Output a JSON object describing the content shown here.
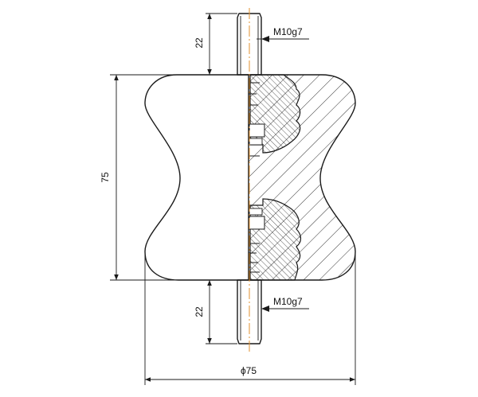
{
  "drawing": {
    "labels": {
      "stud_length_top": "22",
      "stud_length_bottom": "22",
      "thread_top": "M10g7",
      "thread_bottom": "M10g7",
      "body_height": "75",
      "body_diameter": "ϕ75"
    },
    "colors": {
      "line": "#1a1a1a",
      "axis": "#e0912f",
      "background": "#ffffff"
    }
  }
}
